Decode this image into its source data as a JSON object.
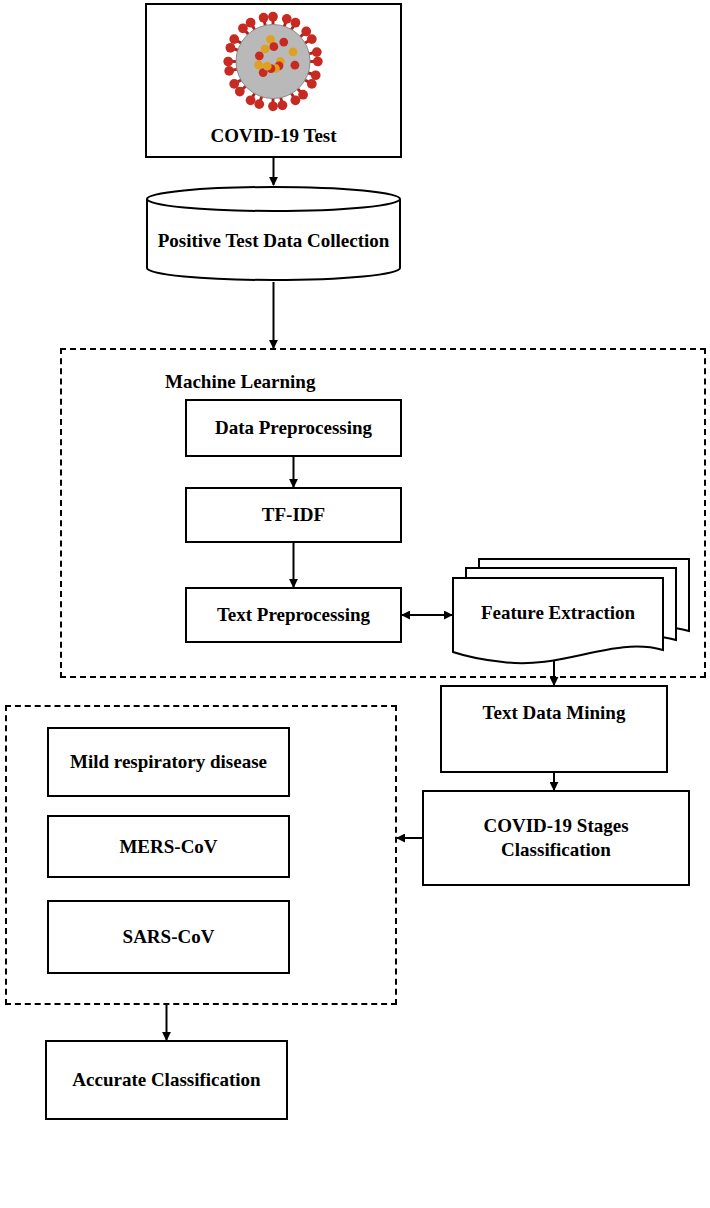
{
  "diagram": {
    "nodes": [
      {
        "text": [
          "COVID-19 Test"
        ]
      },
      {
        "text": [
          "Positive Test Data Collection"
        ]
      },
      {
        "text": [
          "Machine Learning"
        ]
      },
      {
        "text": [
          "Data Preprocessing"
        ],
        "in": 2
      },
      {
        "text": [
          "TF-IDF"
        ],
        "in": 2
      },
      {
        "text": [
          "Text Preprocessing"
        ],
        "in": 2
      },
      {
        "text": [
          "Feature Extraction"
        ],
        "in": 2
      },
      {
        "text": [
          "Text Data Mining"
        ]
      },
      {
        "text": [
          "COVID-19 Stages Classification"
        ]
      },
      {
        "text": []
      },
      {
        "text": [
          "Mild respiratory disease"
        ],
        "in": 9
      },
      {
        "text": [
          "MERS-CoV"
        ],
        "in": 9
      },
      {
        "text": [
          "SARS-CoV"
        ],
        "in": 9
      },
      {
        "text": [
          "Accurate Classification"
        ]
      }
    ],
    "edges": [
      {
        "from": 0,
        "to": 1,
        "arrow": "to"
      },
      {
        "from": 1,
        "to": 2,
        "arrow": "to"
      },
      {
        "from": 3,
        "to": 4,
        "arrow": "to"
      },
      {
        "from": 4,
        "to": 5,
        "arrow": "to"
      },
      {
        "from": 5,
        "to": 6,
        "arrow": "both"
      },
      {
        "from": 6,
        "to": 7,
        "arrow": "to"
      },
      {
        "from": 7,
        "to": 8,
        "arrow": "to"
      },
      {
        "from": 8,
        "to": 9,
        "arrow": "to"
      },
      {
        "from": 9,
        "to": 13,
        "arrow": "to"
      }
    ]
  }
}
